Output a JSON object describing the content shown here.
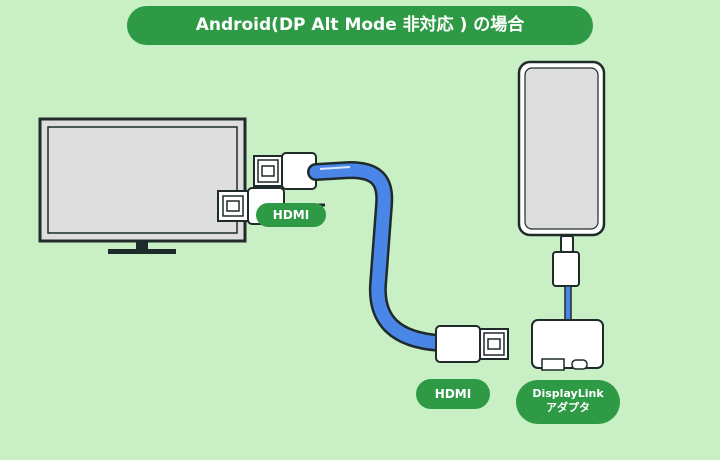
{
  "title": "Android(DP Alt Mode 非対応 ) の場合",
  "labels": {
    "hdmi_tv_end": "HDMI",
    "hdmi_cable_end": "HDMI",
    "adapter_line1": "DisplayLink",
    "adapter_line2": "アダプタ"
  },
  "colors": {
    "background": "#c9f0c4",
    "pill": "#2e9a46",
    "cable": "#4a86e8",
    "outline": "#1f2a2a",
    "screen": "#dedede"
  },
  "icons": [
    "tv-icon",
    "hdmi-plug-icon",
    "hdmi-cable-icon",
    "smartphone-icon",
    "usb-c-cable-icon",
    "displaylink-adapter-icon"
  ]
}
